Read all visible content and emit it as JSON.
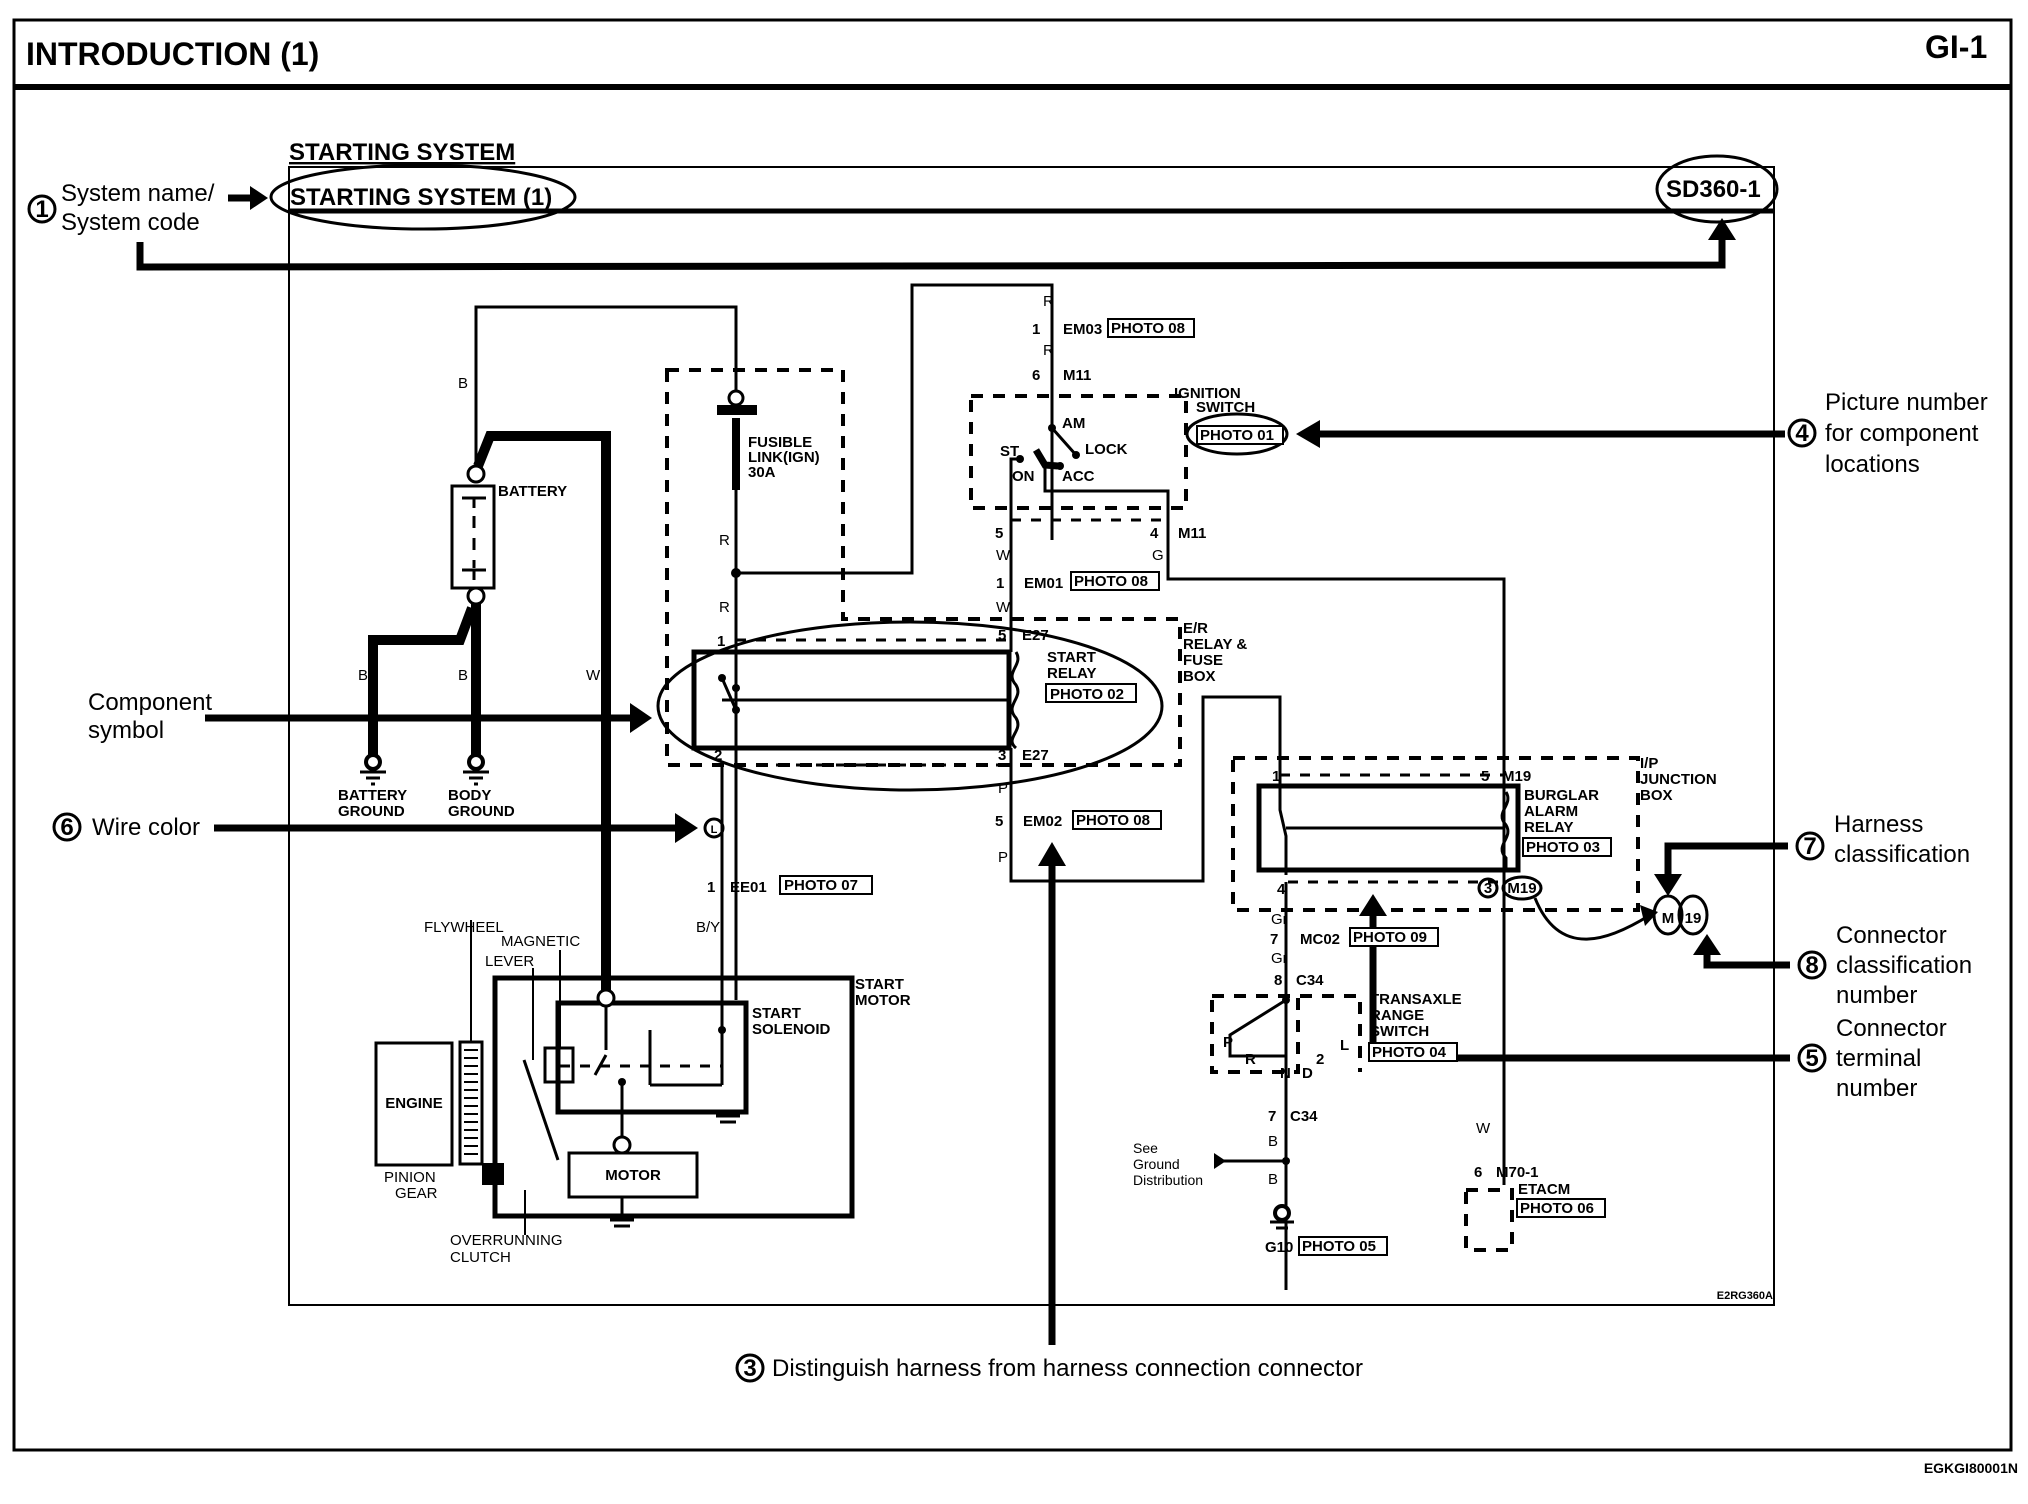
{
  "page": {
    "section_title": "INTRODUCTION (1)",
    "page_code": "GI-1",
    "image_code": "EGKGI80001N"
  },
  "diagram": {
    "heading": "STARTING SYSTEM",
    "system_title": "STARTING SYSTEM (1)",
    "system_code": "SD360-1",
    "figure_code": "E2RG360A",
    "components": {
      "battery": "BATTERY",
      "battery_ground": [
        "BATTERY",
        "GROUND"
      ],
      "body_ground": [
        "BODY",
        "GROUND"
      ],
      "fusible_link": [
        "FUSIBLE",
        "LINK(IGN)",
        "30A"
      ],
      "ignition_switch": [
        "IGNITION",
        "SWITCH"
      ],
      "ignition_positions": {
        "am": "AM",
        "lock": "LOCK",
        "st": "ST",
        "on": "ON",
        "acc": "ACC"
      },
      "start_relay": [
        "START",
        "RELAY"
      ],
      "er_box": [
        "E/R",
        "RELAY &",
        "FUSE",
        "BOX"
      ],
      "burglar_relay": [
        "BURGLAR",
        "ALARM",
        "RELAY"
      ],
      "ip_box": [
        "I/P",
        "JUNCTION",
        "BOX"
      ],
      "transaxle": [
        "TRANSAXLE",
        "RANGE",
        "SWITCH"
      ],
      "transaxle_positions": {
        "p": "P",
        "r": "R",
        "n": "N",
        "d": "D",
        "two": "2",
        "l": "L"
      },
      "etacm": "ETACM",
      "start_motor": [
        "START",
        "MOTOR"
      ],
      "start_solenoid": [
        "START",
        "SOLENOID"
      ],
      "engine": "ENGINE",
      "motor": "MOTOR",
      "flywheel": "FLYWHEEL",
      "magnetic": "MAGNETIC",
      "lever": "LEVER",
      "pinion": [
        "PINION",
        "GEAR"
      ],
      "clutch": [
        "OVERRUNNING",
        "CLUTCH"
      ],
      "ground_dist": [
        "See",
        "Ground",
        "Distribution"
      ],
      "g10": "G10"
    },
    "photos": {
      "p01": "PHOTO 01",
      "p02": "PHOTO 02",
      "p03": "PHOTO 03",
      "p04": "PHOTO 04",
      "p05": "PHOTO 05",
      "p06": "PHOTO 06",
      "p07": "PHOTO 07",
      "p08": "PHOTO 08",
      "p09": "PHOTO 09"
    },
    "connectors": {
      "em03": "EM03",
      "m11": "M11",
      "em01": "EM01",
      "e27": "E27",
      "em02": "EM02",
      "ee01": "EE01",
      "m19": "M19",
      "mc02": "MC02",
      "c34": "C34",
      "m70": "M70-1"
    },
    "pins": {
      "p1": "1",
      "p2": "2",
      "p3": "3",
      "p4": "4",
      "p5": "5",
      "p6": "6",
      "p7": "7",
      "p8": "8"
    },
    "wire_colors": {
      "b": "B",
      "r": "R",
      "w": "W",
      "g": "G",
      "p": "P",
      "by": "B/Y",
      "gr": "Gr",
      "l": "L"
    }
  },
  "callouts": [
    {
      "num": "1",
      "lines": [
        "System name/",
        "System code"
      ]
    },
    {
      "num": "",
      "lines": [
        "Component",
        "symbol"
      ]
    },
    {
      "num": "6",
      "lines": [
        "Wire color"
      ]
    },
    {
      "num": "3",
      "lines": [
        "Distinguish harness from harness connection connector"
      ]
    },
    {
      "num": "4",
      "lines": [
        "Picture number",
        "for component",
        "locations"
      ]
    },
    {
      "num": "7",
      "lines": [
        "Harness",
        "classification"
      ]
    },
    {
      "num": "8",
      "lines": [
        "Connector",
        "classification",
        "number"
      ]
    },
    {
      "num": "5",
      "lines": [
        "Connector",
        "terminal",
        "number"
      ]
    }
  ],
  "badge": {
    "m": "M",
    "n": "19"
  }
}
